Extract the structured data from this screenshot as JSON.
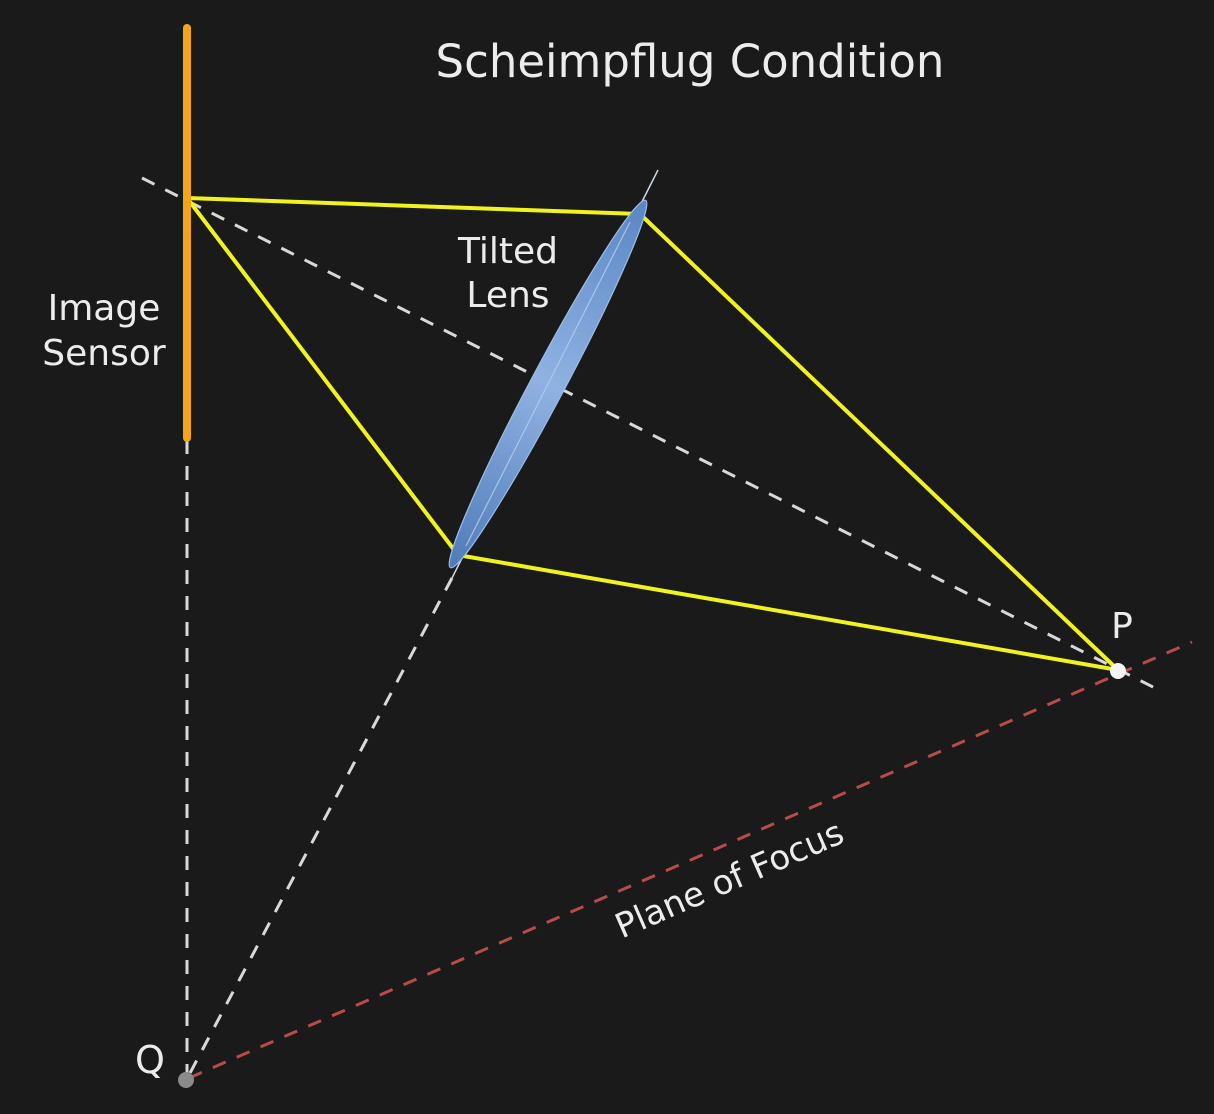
{
  "title": "Scheimpflug Condition",
  "labels": {
    "tilted_lens_line1": "Tilted",
    "tilted_lens_line2": "Lens",
    "image_sensor_line1": "Image",
    "image_sensor_line2": "Sensor",
    "point_p": "P",
    "point_q": "Q",
    "plane_of_focus": "Plane of Focus"
  },
  "colors": {
    "background": "#1a1a1a",
    "sensor": "#f2a516",
    "rays": "#f3f31c",
    "lens": "#7fa3d6",
    "construction_lines": "#d8d8d8",
    "plane_of_focus_line": "#b84a4a",
    "text": "#ececec"
  }
}
